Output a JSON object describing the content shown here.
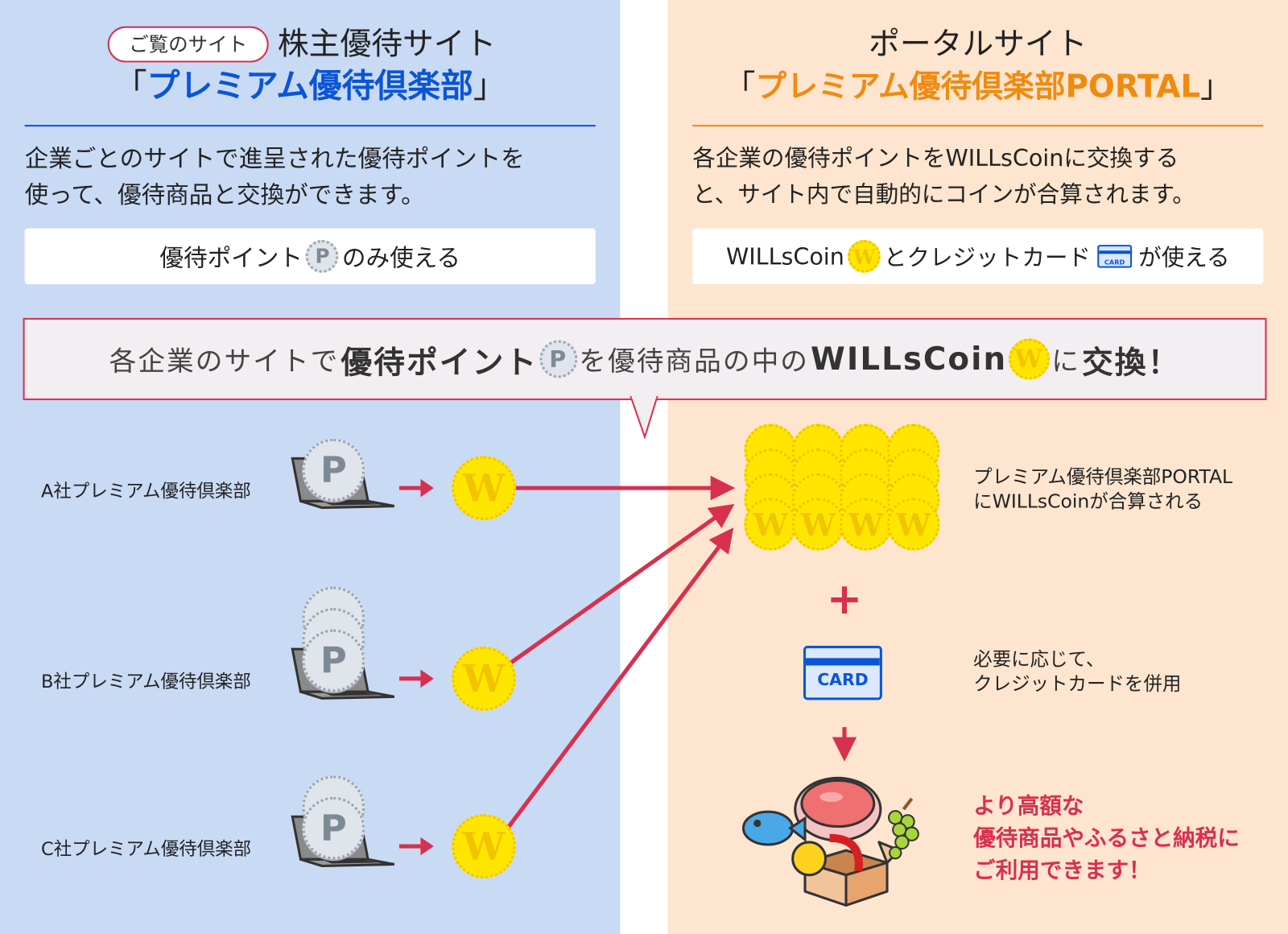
{
  "left": {
    "badge": "ご覧のサイト",
    "title_line1": "株主優待サイト",
    "title_bracket_open": "「",
    "title_name": "プレミアム優待倶楽部",
    "title_bracket_close": "」",
    "desc_line1": "企業ごとのサイトで進呈された優待ポイントを",
    "desc_line2": "使って、優待商品と交換ができます。",
    "box_before": "優待ポイント",
    "box_after": "のみ使える",
    "accent": "#0a55d6"
  },
  "right": {
    "title_line1": "ポータルサイト",
    "title_bracket_open": "「",
    "title_name": "プレミアム優待倶楽部PORTAL",
    "title_bracket_close": "」",
    "desc_line1": "各企業の優待ポイントをWILLsCoinに交換する",
    "desc_line2": "と、サイト内で自動的にコインが合算されます。",
    "box_coin": "WILLsCoin",
    "box_middle": "とクレジットカード",
    "box_after": "が使える",
    "accent": "#f08a10"
  },
  "banner": {
    "part1": "各企業のサイトで",
    "part2": "優待ポイント",
    "part3": "を優待商品の中の",
    "part4": "WILLsCoin",
    "part5": "に",
    "part6": "交換！",
    "border_color": "#d8304f"
  },
  "coins": {
    "point_letter": "P",
    "coin_letter": "W",
    "card_label": "CARD"
  },
  "companies": [
    {
      "label": "A社プレミアム優待倶楽部",
      "point_coins": 1
    },
    {
      "label": "B社プレミアム優待倶楽部",
      "point_coins": 3
    },
    {
      "label": "C社プレミアム優待倶楽部",
      "point_coins": 2
    }
  ],
  "flow": {
    "sum_line1": "プレミアム優待倶楽部PORTAL",
    "sum_line2": "にWILLsCoinが合算される",
    "plus": "+",
    "card_line1": "必要に応じて、",
    "card_line2": "クレジットカードを併用",
    "result_line1": "より高額な",
    "result_line2": "優待商品やふるさと納税に",
    "result_line3": "ご利用できます！"
  }
}
